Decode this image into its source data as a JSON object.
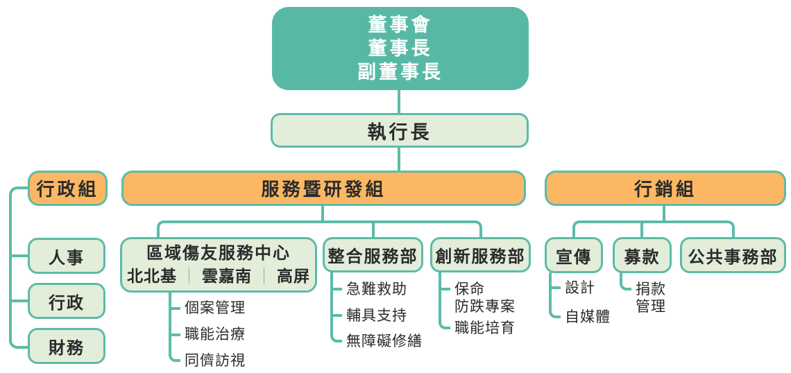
{
  "colors": {
    "board_fill": "#57B9A5",
    "connector_and_border": "#5CBBA8",
    "group_fill": "#FBB763",
    "node_fill": "#E2EDDA",
    "text": "#2A2A2A",
    "board_text": "#FFFFFF",
    "region_separator": "#9DA0A0"
  },
  "org": {
    "board": {
      "lines": [
        "董事會",
        "董事長",
        "副董事長"
      ]
    },
    "ceo": {
      "label": "執行長"
    },
    "groups": {
      "admin": {
        "label": "行政組",
        "children": [
          "人事",
          "行政",
          "財務"
        ]
      },
      "service": {
        "label": "服務暨研發組",
        "children": [
          {
            "label": "區域傷友服務中心",
            "regions": [
              "北北基",
              "雲嘉南",
              "高屏"
            ],
            "separator": "｜",
            "items": [
              "個案管理",
              "職能治療",
              "同儕訪視"
            ]
          },
          {
            "label": "整合服務部",
            "items": [
              "急難救助",
              "輔具支持",
              "無障礙修繕"
            ]
          },
          {
            "label": "創新服務部",
            "items": [
              "保命\n防跌專案",
              "職能培育"
            ]
          }
        ]
      },
      "marketing": {
        "label": "行銷組",
        "children": [
          {
            "label": "宣傳",
            "items": [
              "設計",
              "自媒體"
            ]
          },
          {
            "label": "募款",
            "items": [
              "捐款\n管理"
            ]
          },
          {
            "label": "公共事務部",
            "items": []
          }
        ]
      }
    }
  }
}
